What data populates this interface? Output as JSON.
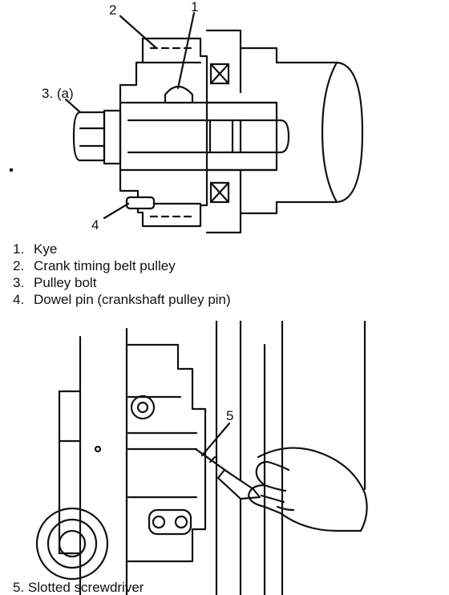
{
  "figure1": {
    "callouts": {
      "c1": "1",
      "c2": "2",
      "c3": "3. (a)",
      "c4": "4"
    },
    "legend": [
      {
        "num": "1.",
        "text": "Kye"
      },
      {
        "num": "2.",
        "text": "Crank timing belt pulley"
      },
      {
        "num": "3.",
        "text": "Pulley bolt"
      },
      {
        "num": "4.",
        "text": "Dowel pin (crankshaft pulley pin)"
      }
    ]
  },
  "figure2": {
    "callouts": {
      "c5": "5"
    },
    "legend_item": "5. Slotted screwdriver"
  }
}
